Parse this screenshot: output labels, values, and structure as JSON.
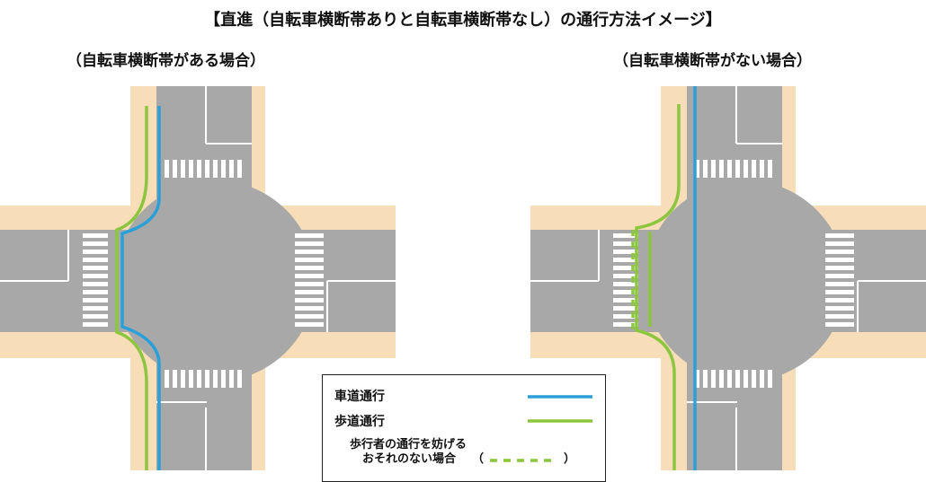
{
  "title": "【直進（自転車横断帯ありと自転車横断帯なし）の通行方法イメージ】",
  "panels": {
    "left": {
      "subtitle": "（自転車横断帯がある場合）"
    },
    "right": {
      "subtitle": "（自転車横断帯がない場合）"
    }
  },
  "legend": {
    "roadway": {
      "label": "車道通行",
      "color": "#2a9fd8"
    },
    "sidewalk": {
      "label": "歩道通行",
      "color": "#8cc63f"
    },
    "note_line1": "歩行者の通行を妨げる",
    "note_line2": "おそれのない場合",
    "note_open": "（",
    "note_close": "）"
  },
  "colors": {
    "road": "#a8a8a8",
    "sidewalk": "#f7ddb8",
    "marking": "#ffffff"
  }
}
